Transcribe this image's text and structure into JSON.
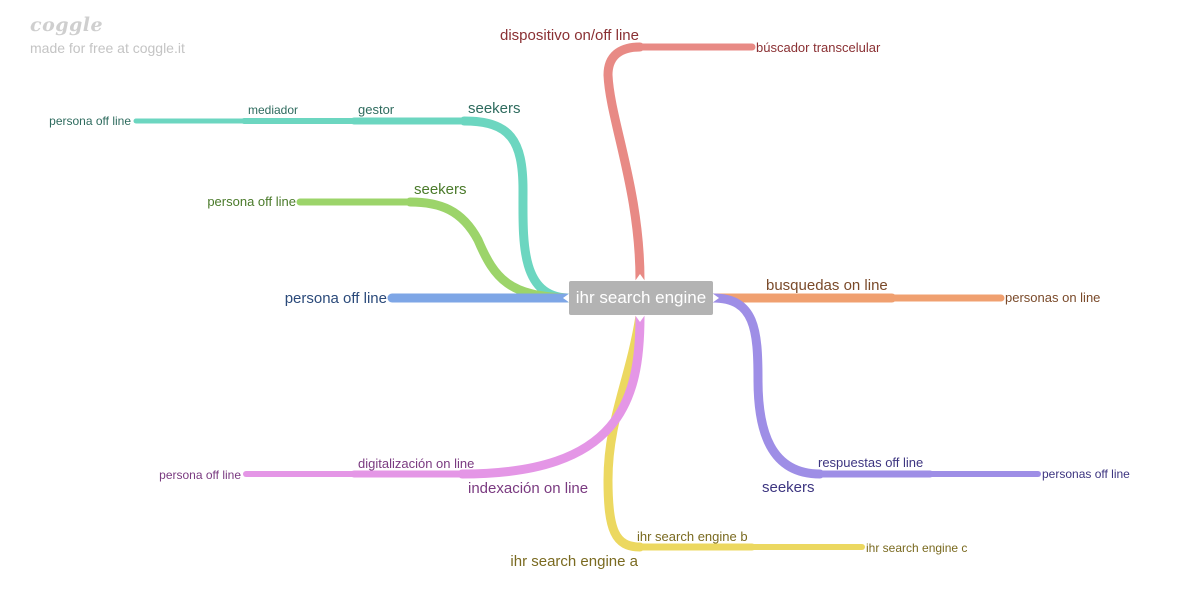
{
  "brand": {
    "logo": "coggle",
    "tagline": "made for free at coggle.it"
  },
  "root": {
    "label": "ihr search engine"
  },
  "branches": [
    {
      "label": "dispositivo on/off line",
      "color": "#e88a85",
      "text_color": "#8a3033",
      "children": [
        {
          "label": "búscador transcelular"
        }
      ]
    },
    {
      "label": "seekers",
      "color": "#6cd6c0",
      "text_color": "#2e6b5e",
      "children": [
        {
          "label": "gestor",
          "children": [
            {
              "label": "mediador",
              "children": [
                {
                  "label": "persona off line"
                }
              ]
            }
          ]
        }
      ]
    },
    {
      "label": "seekers",
      "color": "#9cd46a",
      "text_color": "#4a7a2a",
      "children": [
        {
          "label": "persona off line"
        }
      ]
    },
    {
      "label": "persona off line",
      "color": "#7ea6e6",
      "text_color": "#2b4a7a",
      "children": []
    },
    {
      "label": "busquedas on line",
      "color": "#f0a070",
      "text_color": "#7a4a2a",
      "children": [
        {
          "label": "personas on line"
        }
      ]
    },
    {
      "label": "seekers",
      "color": "#9e8ee6",
      "text_color": "#3d3580",
      "children": [
        {
          "label": "respuestas off line",
          "children": [
            {
              "label": "personas off line"
            }
          ]
        }
      ]
    },
    {
      "label": "indexación on line",
      "color": "#e496e6",
      "text_color": "#7a3a80",
      "children": [
        {
          "label": "digitalización on line",
          "children": [
            {
              "label": "persona off line"
            }
          ]
        }
      ]
    },
    {
      "label": "ihr search engine a",
      "color": "#ecd860",
      "text_color": "#7a6a20",
      "children": [
        {
          "label": "ihr search engine b",
          "children": [
            {
              "label": "ihr search engine c"
            }
          ]
        }
      ]
    }
  ]
}
